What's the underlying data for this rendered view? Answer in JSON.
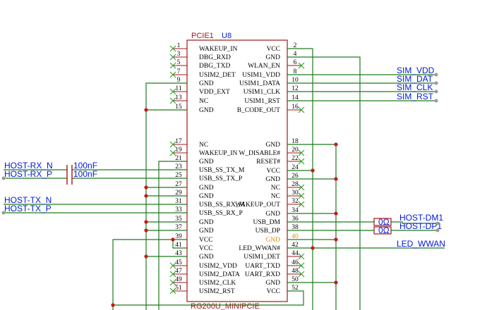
{
  "component": {
    "designator": "PCIE1",
    "reference": "U8",
    "part_name": "RG200U_MINIPCIE"
  },
  "left_pins": [
    {
      "num": "1",
      "name": "WAKEUP_IN",
      "nc": true
    },
    {
      "num": "3",
      "name": "DBG_RXD",
      "nc": true
    },
    {
      "num": "5",
      "name": "DBG_TXD",
      "nc": true
    },
    {
      "num": "7",
      "name": "USIM2_DET",
      "nc": true
    },
    {
      "num": "9",
      "name": "GND",
      "nc": false
    },
    {
      "num": "11",
      "name": "VDD_EXT",
      "nc": true
    },
    {
      "num": "13",
      "name": "NC",
      "nc": true
    },
    {
      "num": "15",
      "name": "GND",
      "nc": false
    },
    {
      "num": "17",
      "name": "NC",
      "nc": true
    },
    {
      "num": "19",
      "name": "WAKEUP_IN",
      "nc": true
    },
    {
      "num": "21",
      "name": "GND",
      "nc": false
    },
    {
      "num": "23",
      "name": "USB_SS_TX_M",
      "nc": false
    },
    {
      "num": "25",
      "name": "USB_SS_TX_P",
      "nc": false
    },
    {
      "num": "27",
      "name": "GND",
      "nc": false
    },
    {
      "num": "29",
      "name": "GND",
      "nc": false
    },
    {
      "num": "31",
      "name": "USB_SS_RX_M",
      "nc": false
    },
    {
      "num": "33",
      "name": "USB_SS_RX_P",
      "nc": false
    },
    {
      "num": "35",
      "name": "GND",
      "nc": false
    },
    {
      "num": "37",
      "name": "GND",
      "nc": false
    },
    {
      "num": "39",
      "name": "VCC",
      "nc": false
    },
    {
      "num": "41",
      "name": "VCC",
      "nc": false
    },
    {
      "num": "43",
      "name": "GND",
      "nc": false
    },
    {
      "num": "45",
      "name": "USIM2_VDD",
      "nc": true
    },
    {
      "num": "47",
      "name": "USIM2_DATA",
      "nc": true
    },
    {
      "num": "49",
      "name": "USIM2_CLK",
      "nc": true
    },
    {
      "num": "51",
      "name": "USIM2_RST",
      "nc": true
    }
  ],
  "right_pins": [
    {
      "num": "2",
      "name": "VCC",
      "nc": false
    },
    {
      "num": "4",
      "name": "GND",
      "nc": false
    },
    {
      "num": "6",
      "name": "WLAN_EN",
      "nc": true
    },
    {
      "num": "8",
      "name": "USIM1_VDD",
      "nc": false
    },
    {
      "num": "10",
      "name": "USIM1_DATA",
      "nc": false
    },
    {
      "num": "12",
      "name": "USIM1_CLK",
      "nc": false
    },
    {
      "num": "14",
      "name": "USIM1_RST",
      "nc": false
    },
    {
      "num": "16",
      "name": "B_CODE_OUT",
      "nc": true
    },
    {
      "num": "18",
      "name": "GND",
      "nc": false
    },
    {
      "num": "20",
      "name": "W_DISABLE#",
      "nc": true
    },
    {
      "num": "22",
      "name": "RESET#",
      "nc": true
    },
    {
      "num": "24",
      "name": "VCC",
      "nc": false
    },
    {
      "num": "26",
      "name": "GND",
      "nc": false
    },
    {
      "num": "28",
      "name": "NC",
      "nc": true
    },
    {
      "num": "30",
      "name": "NC",
      "nc": true
    },
    {
      "num": "32",
      "name": "WAKEUP_OUT",
      "nc": true
    },
    {
      "num": "34",
      "name": "GND",
      "nc": false
    },
    {
      "num": "36",
      "name": "USB_DM",
      "nc": false
    },
    {
      "num": "38",
      "name": "USB_DP",
      "nc": false
    },
    {
      "num": "40",
      "name": "GND",
      "nc": false,
      "highlight": true
    },
    {
      "num": "42",
      "name": "LED_WWAN#",
      "nc": false
    },
    {
      "num": "44",
      "name": "USIM1_DET",
      "nc": true
    },
    {
      "num": "46",
      "name": "UART_TXD",
      "nc": true
    },
    {
      "num": "48",
      "name": "UART_RXD",
      "nc": true
    },
    {
      "num": "50",
      "name": "GND",
      "nc": false
    },
    {
      "num": "52",
      "name": "VCC",
      "nc": false
    }
  ],
  "net_labels": {
    "sim_vdd": "SIM_VDD",
    "sim_dat": "SIM_DAT",
    "sim_clk": "SIM_CLK",
    "sim_rst": "SIM_RST",
    "host_rx_n": "HOST-RX_N",
    "host_rx_p": "HOST-RX_P",
    "host_tx_n": "HOST-TX_N",
    "host_tx_p": "HOST-TX_P",
    "host_dm1": "HOST-DM1",
    "host_dp1": "HOST-DP1",
    "led_wwan": "LED_WWAN"
  },
  "passives": {
    "cap_1": "100nF",
    "cap_2": "100nF",
    "res_1": "0Ω",
    "res_2": "0Ω"
  },
  "colors": {
    "wire": "#1e7a1e",
    "body": "#a01818",
    "netlabel": "#0018d8",
    "nc_mark": "#3aa23a",
    "junction": "#c81818",
    "highlight": "#e08a00"
  }
}
